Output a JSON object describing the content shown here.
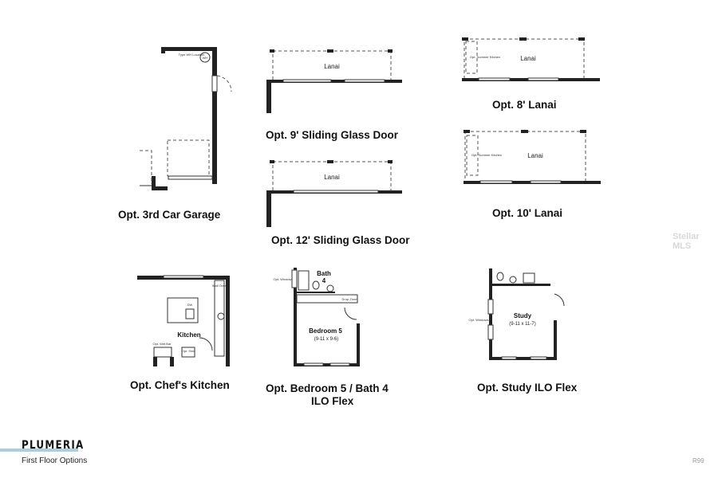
{
  "plans": {
    "garage": {
      "caption": "Opt. 3rd Car Garage",
      "wh_label": "WH",
      "wh_note": "Type WH Location"
    },
    "sliding9": {
      "caption": "Opt. 9' Sliding Glass Door",
      "room": "Lanai"
    },
    "sliding12": {
      "caption": "Opt. 12' Sliding Glass Door",
      "room": "Lanai"
    },
    "lanai8": {
      "caption": "Opt. 8' Lanai",
      "room": "Lanai",
      "note": "Opt. Summer Kitchen"
    },
    "lanai10": {
      "caption": "Opt. 10' Lanai",
      "room": "Lanai",
      "note": "Opt. Summer Kitchen"
    },
    "chefs_kitchen": {
      "caption": "Opt. Chef's Kitchen",
      "room": "Kitchen",
      "wall_oven": "Wall Oven",
      "dw": "DW",
      "wet_bar": "Opt. Wet Bar",
      "sink": "Opt. Sink"
    },
    "bedroom5": {
      "caption_line1": "Opt. Bedroom 5 / Bath 4",
      "caption_line2": "ILO Flex",
      "room": "Bedroom 5",
      "dims": "(9-11 x 9-6)",
      "bath": "Bath",
      "bath_num": "4",
      "window": "Opt. Window",
      "drop_zone": "Drop Zone"
    },
    "study": {
      "caption": "Opt. Study ILO Flex",
      "room": "Study",
      "dims": "(9-11 x 11-7)",
      "windows": "Opt. Windows"
    }
  },
  "footer": {
    "brand": "PLUMERIA",
    "subtitle": "First Floor Options",
    "code": "R99"
  },
  "watermark": "Stellar MLS",
  "colors": {
    "wall": "#222222",
    "brand_bar": "#a9cfe0"
  }
}
